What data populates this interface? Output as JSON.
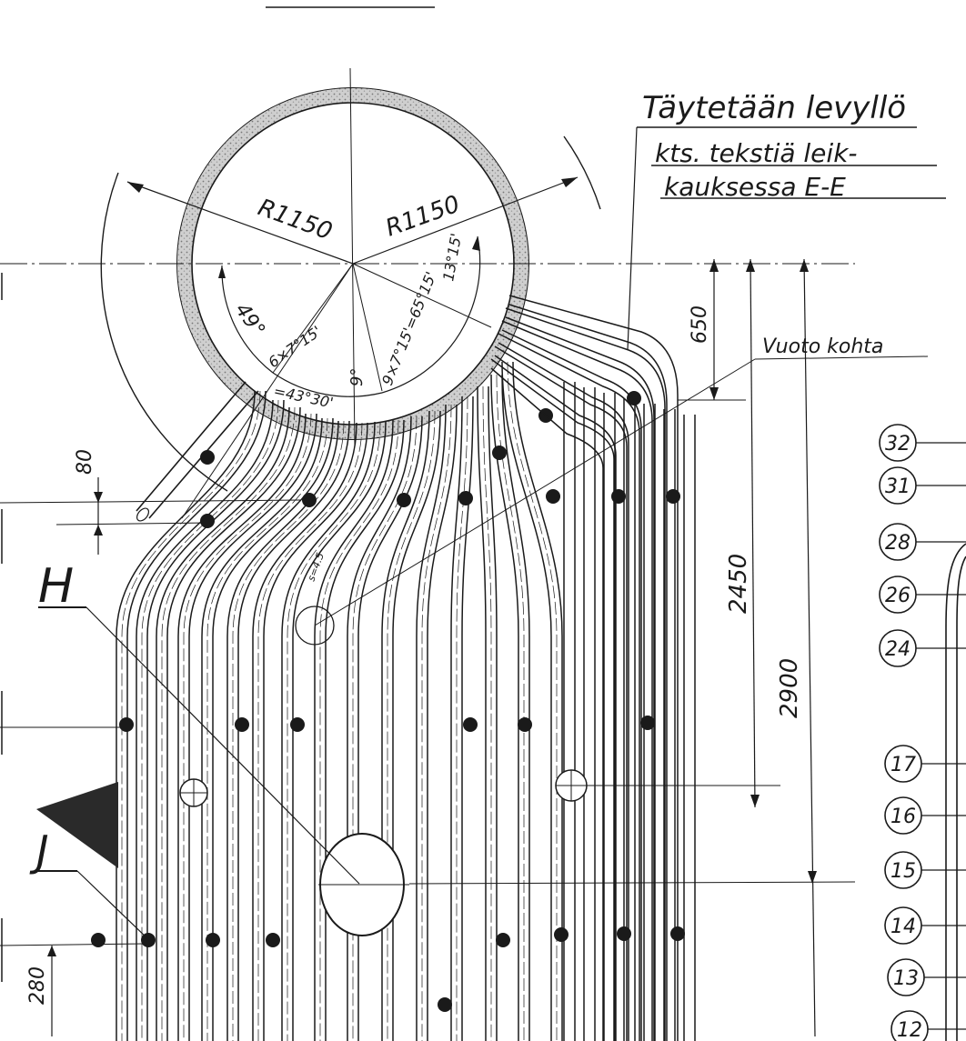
{
  "note": {
    "lines": [
      "Täytetään levyllö",
      "kts. tekstiä leik-",
      "kauksessa E-E"
    ]
  },
  "leak_label": "Vuoto kohta",
  "drum": {
    "radius_left": "R1150",
    "radius_right": "R1150",
    "angle_left": "49°",
    "angle_right_top": "13°15'",
    "pitch_left": "6×7°15'",
    "pitch_left_total": "=43°30'",
    "pitch_mid": "9°",
    "pitch_right": "9×7°15'=65°15'"
  },
  "dimensions": {
    "d650": "650",
    "d2450": "2450",
    "d2900": "2900",
    "d80": "80",
    "d280": "280"
  },
  "small_note": "s=4.5",
  "section_labels": {
    "h": "H",
    "j": "J"
  },
  "balloons": [
    "32",
    "31",
    "28",
    "26",
    "24",
    "17",
    "16",
    "15",
    "14",
    "13",
    "12"
  ],
  "colors": {
    "ink": "#1a1a1a",
    "paper": "#ffffff"
  }
}
